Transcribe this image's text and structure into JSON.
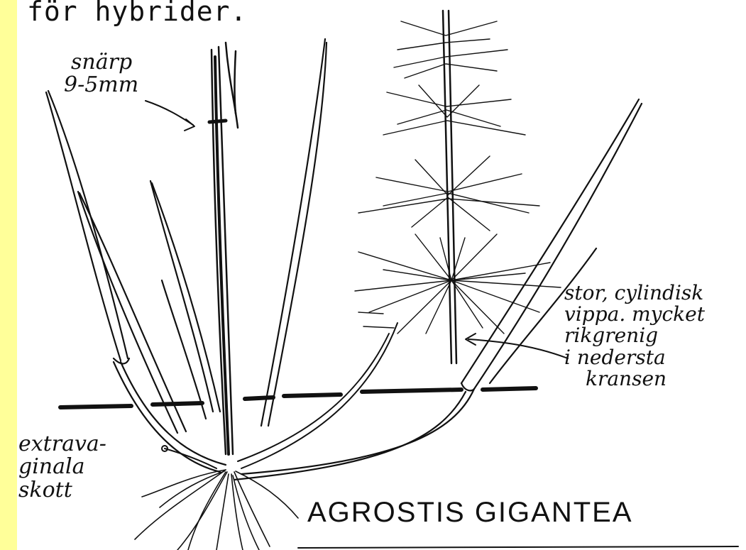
{
  "header_text": "för hybrider.",
  "labels": {
    "snarp_line1": "snärp",
    "snarp_line2": "9-5mm",
    "panicle_line1": "stor, cylindisk",
    "panicle_line2": "vippa. mycket",
    "panicle_line3": "rikgrenig",
    "panicle_line4": "i nedersta",
    "panicle_line5": "kransen",
    "shoot_line1": "extrava-",
    "shoot_line2": "ginala",
    "shoot_line3": "skott"
  },
  "species_name": "AGROSTIS GIGANTEA",
  "colors": {
    "strip": "#ffff99",
    "ink": "#111111",
    "paper": "#ffffff"
  }
}
